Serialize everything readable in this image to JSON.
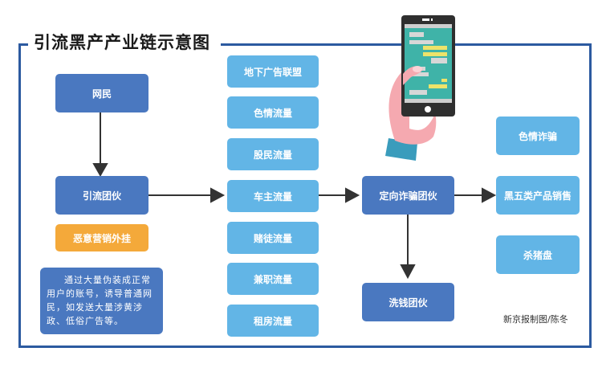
{
  "title": "引流黑产产业链示意图",
  "nodes": {
    "netizen": "网民",
    "traffic_gang": "引流团伙",
    "malicious_plugin": "恶意营销外挂",
    "traffic_sources": [
      "地下广告联盟",
      "色情流量",
      "股民流量",
      "车主流量",
      "赌徒流量",
      "兼职流量",
      "租房流量"
    ],
    "targeted_fraud_gang": "定向诈骗团伙",
    "money_laundering_gang": "洗钱团伙",
    "outcomes": [
      "色情诈骗",
      "黑五类产品销售",
      "杀猪盘"
    ]
  },
  "note": "通过大量伪装成正常用户的账号，诱导普通网民，如发送大量涉黄涉政、低俗广告等。",
  "credit": "新京报制图/陈冬",
  "colors": {
    "frame": "#2c5aa0",
    "dark_box": "#4a78c0",
    "light_box": "#62b5e6",
    "orange_box": "#f4a93a",
    "arrow": "#333333"
  },
  "icons": {
    "illustration": "hand-holding-phone-chat-icon"
  }
}
